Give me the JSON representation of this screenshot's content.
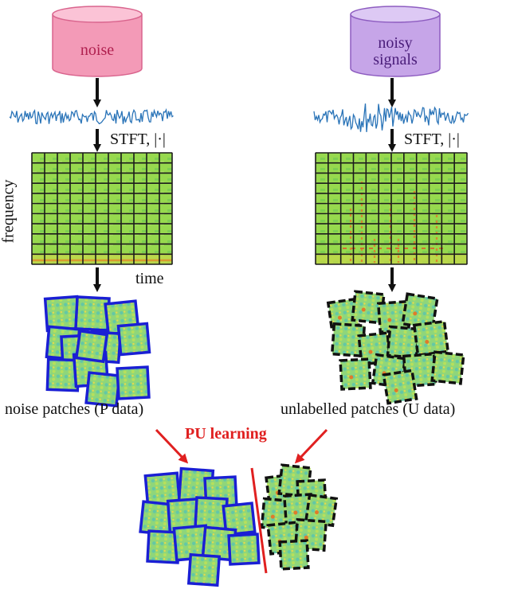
{
  "sources": {
    "noise": {
      "label": "noise",
      "fill": "#f39ab7",
      "top": "#fbc3d6",
      "stroke": "#d9648d",
      "text_color": "#b0204f"
    },
    "noisy": {
      "label_line1": "noisy",
      "label_line2": "signals",
      "fill": "#c6a5e8",
      "top": "#ddc9f4",
      "stroke": "#8d5cc0",
      "text_color": "#4a1d7a"
    }
  },
  "transform_label": "STFT, |·|",
  "axes": {
    "y": "frequency",
    "x": "time"
  },
  "captions": {
    "p_data": "noise patches (P data)",
    "u_data": "unlabelled patches (U data)",
    "pu": "PU learning"
  },
  "colors": {
    "waveform": "#2a74b8",
    "p_border": "#1a1fd4",
    "u_border": "#111111",
    "spectro_fill": "#95d94f",
    "pu": "#e02020"
  },
  "icons": {
    "flow_arrow": "down-arrow-icon",
    "pu_arrow": "diagonal-arrow-icon",
    "separator": "red-divider-line"
  }
}
